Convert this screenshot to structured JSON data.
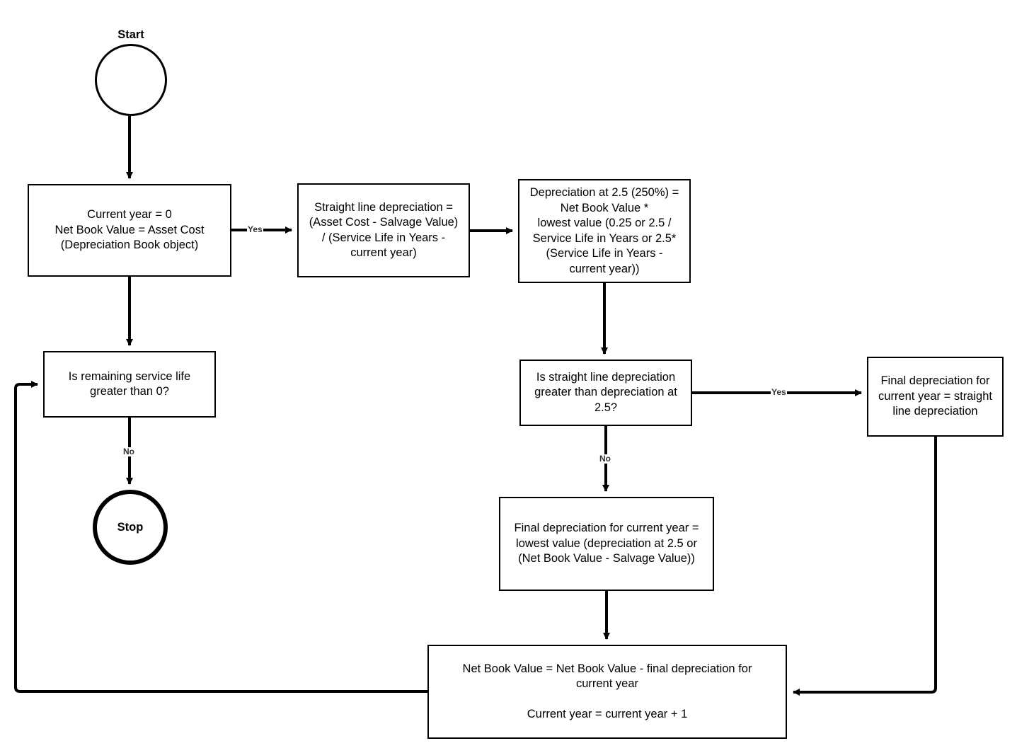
{
  "start": {
    "label": "Start"
  },
  "stop": {
    "label": "Stop"
  },
  "nodes": {
    "init": {
      "lines": [
        "Current year = 0",
        "Net Book Value = Asset Cost",
        "(Depreciation Book object)"
      ]
    },
    "straight_line": {
      "lines": [
        "Straight line depreciation =",
        "(Asset Cost - Salvage Value)",
        "/ (Service Life in Years -",
        "current year)"
      ]
    },
    "depr_25": {
      "lines": [
        "Depreciation at 2.5 (250%) =",
        "Net Book Value *",
        "lowest value (0.25 or 2.5 /",
        "Service Life in Years or 2.5*",
        "(Service Life in Years -",
        "current year))"
      ]
    },
    "remaining_life": {
      "lines": [
        "Is remaining service life",
        "greater than 0?"
      ]
    },
    "compare": {
      "lines": [
        "Is straight line depreciation",
        "greater than depreciation at",
        "2.5?"
      ]
    },
    "final_straight": {
      "lines": [
        "Final depreciation for",
        "current year = straight",
        "line depreciation"
      ]
    },
    "final_lowest": {
      "lines": [
        "Final depreciation for current year =",
        "lowest value (depreciation at 2.5 or",
        "(Net Book Value - Salvage Value))"
      ]
    },
    "update": {
      "line1": "Net Book Value = Net Book Value - final depreciation for",
      "line2": "current year",
      "line3": "Current year = current year + 1"
    }
  },
  "edges": {
    "init_to_straight": "Yes",
    "remaining_to_stop": "No",
    "compare_to_final_straight": "Yes",
    "compare_to_final_lowest": "No"
  }
}
